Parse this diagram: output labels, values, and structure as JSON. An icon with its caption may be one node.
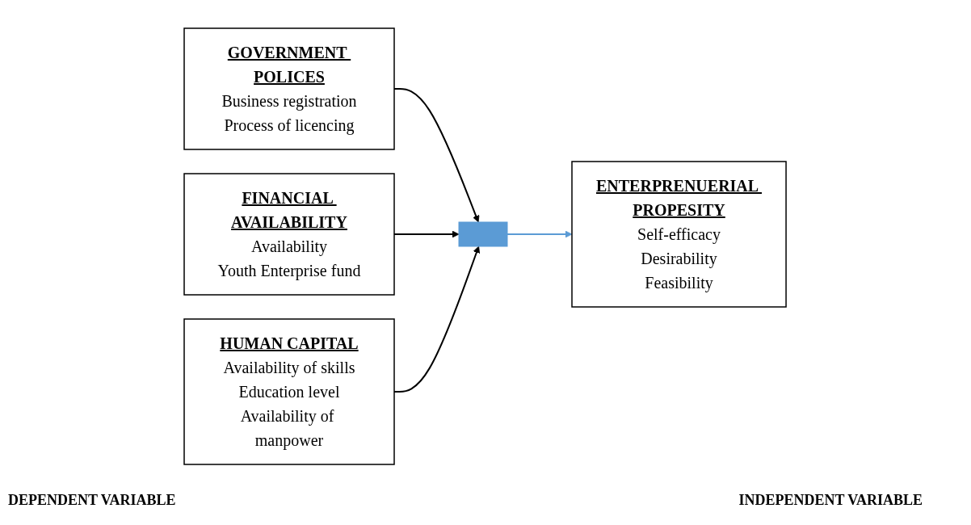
{
  "diagram": {
    "nodes": [
      {
        "text": [
          "GOVERNMENT POLICES",
          "Business registration",
          "Process of licencing"
        ]
      },
      {
        "text": [
          "FINANCIAL AVAILABILITY",
          "Availability",
          "Youth Enterprise fund"
        ]
      },
      {
        "text": [
          "HUMAN CAPITAL",
          "Availability of skills",
          "Education level",
          "Availability of manpower"
        ]
      },
      {
        "text": [],
        "shape": "bar"
      },
      {
        "text": [
          "ENTERPRENUERIAL PROPESITY",
          "Self-efficacy",
          "Desirability",
          "Feasibility"
        ]
      }
    ],
    "edges": [
      {
        "from": 0,
        "to": 3,
        "arrow": "to"
      },
      {
        "from": 1,
        "to": 3,
        "arrow": "to"
      },
      {
        "from": 2,
        "to": 3,
        "arrow": "to"
      },
      {
        "from": 3,
        "to": 4,
        "arrow": "to",
        "color": "#5b9bd5"
      }
    ],
    "labels": [
      "DEPENDENT VARIABLE",
      "INDEPENDENT VARIABLE"
    ]
  }
}
